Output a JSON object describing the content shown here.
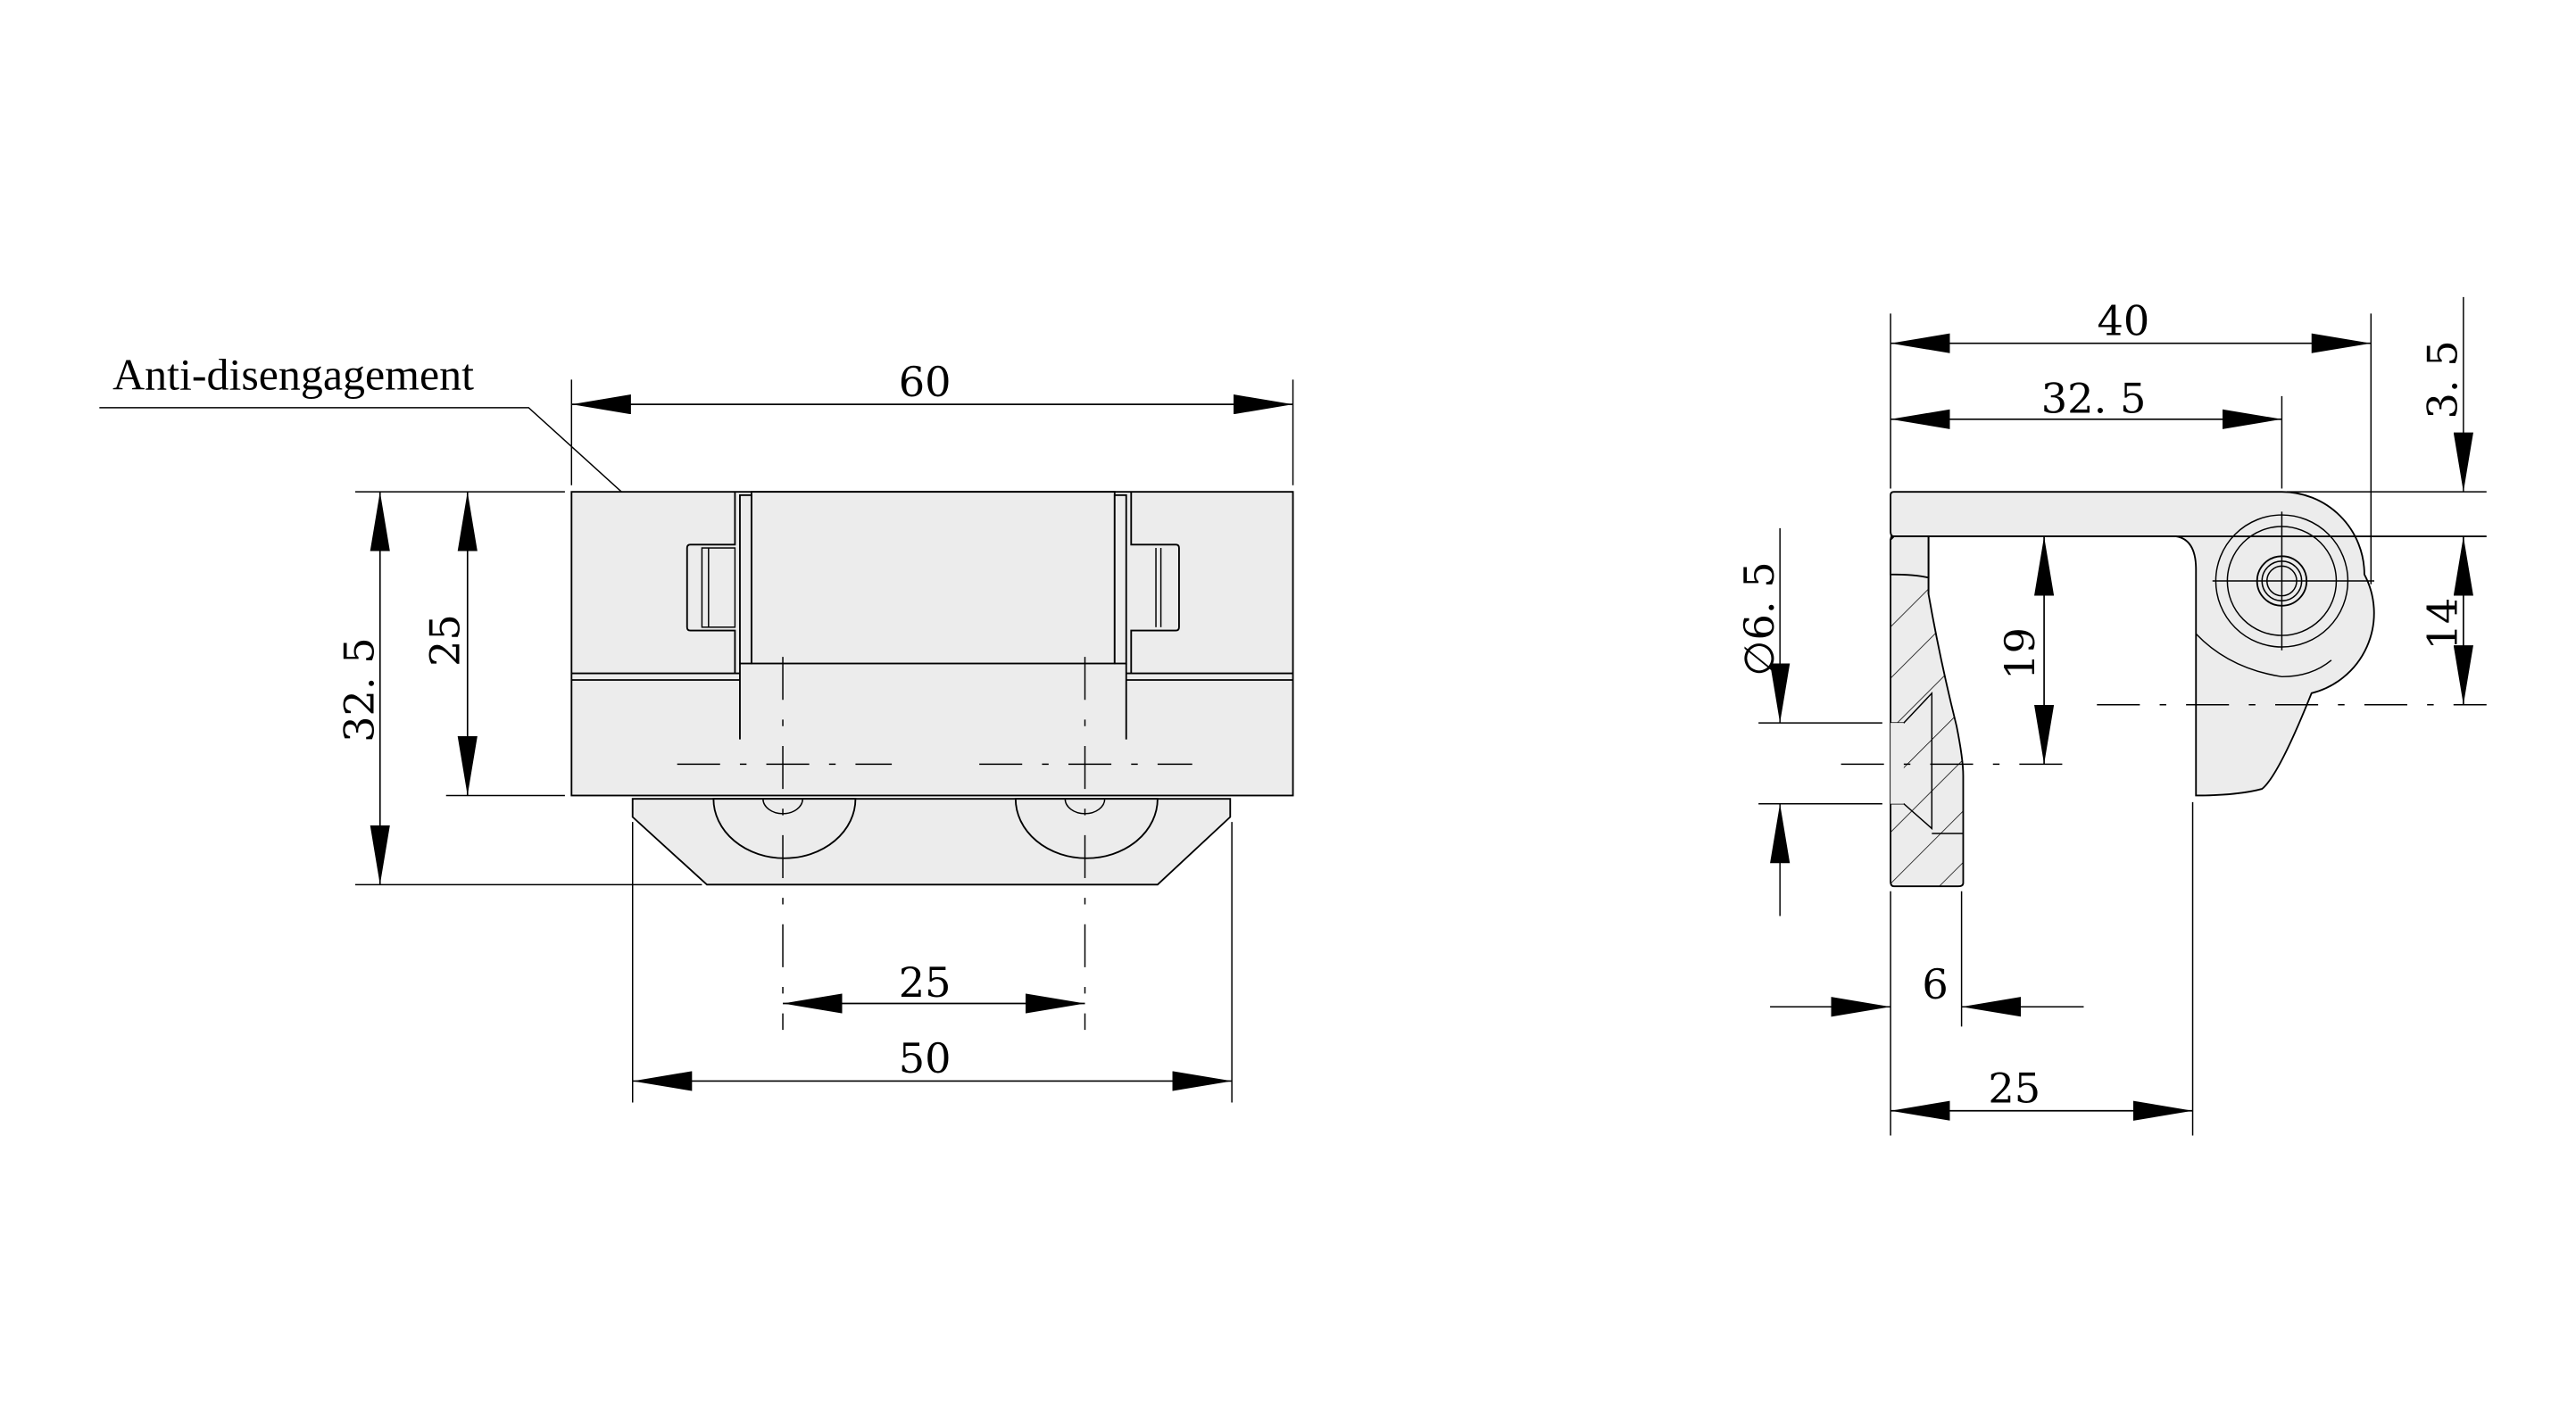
{
  "front_view": {
    "callout": "Anti-disengagement",
    "dims": {
      "overall_width": "60",
      "overall_height": "32. 5",
      "body_height": "25",
      "wheel_spacing": "25",
      "base_width": "50"
    }
  },
  "side_view": {
    "dims": {
      "overall_depth": "40",
      "pivot_offset": "32. 5",
      "top_offset": "3. 5",
      "pivot_height": "14",
      "hole_height": "19",
      "hole_diameter": "∅6. 5",
      "plate_thickness": "6",
      "leg_spacing": "25"
    }
  }
}
